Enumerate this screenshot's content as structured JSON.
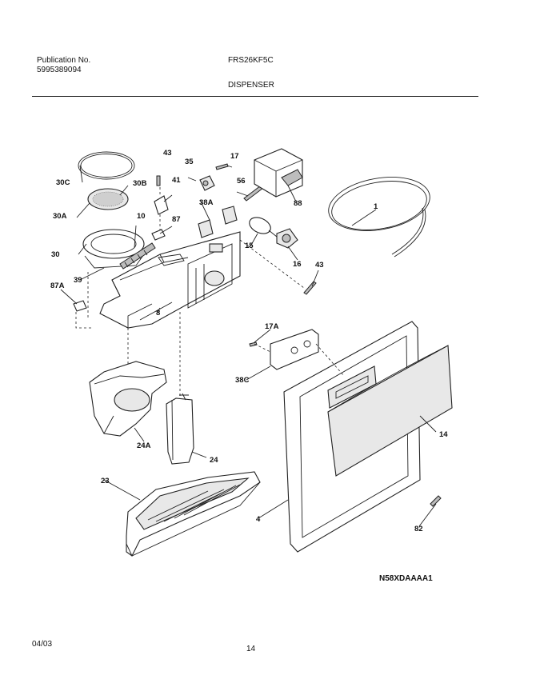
{
  "header": {
    "publication_label": "Publication No.",
    "publication_number": "5995389094",
    "model": "FRS26KF5C",
    "section_title": "DISPENSER"
  },
  "diagram": {
    "callouts": [
      "43",
      "17",
      "35",
      "41",
      "56",
      "88",
      "30C",
      "30B",
      "10",
      "87",
      "38A",
      "30A",
      "1",
      "15",
      "30",
      "16",
      "43",
      "39",
      "87A",
      "8",
      "17A",
      "38C",
      "14",
      "24A",
      "24",
      "23",
      "4",
      "82"
    ],
    "drawing_code": "N58XDAAAA1"
  },
  "footer": {
    "date": "04/03",
    "page": "14"
  }
}
